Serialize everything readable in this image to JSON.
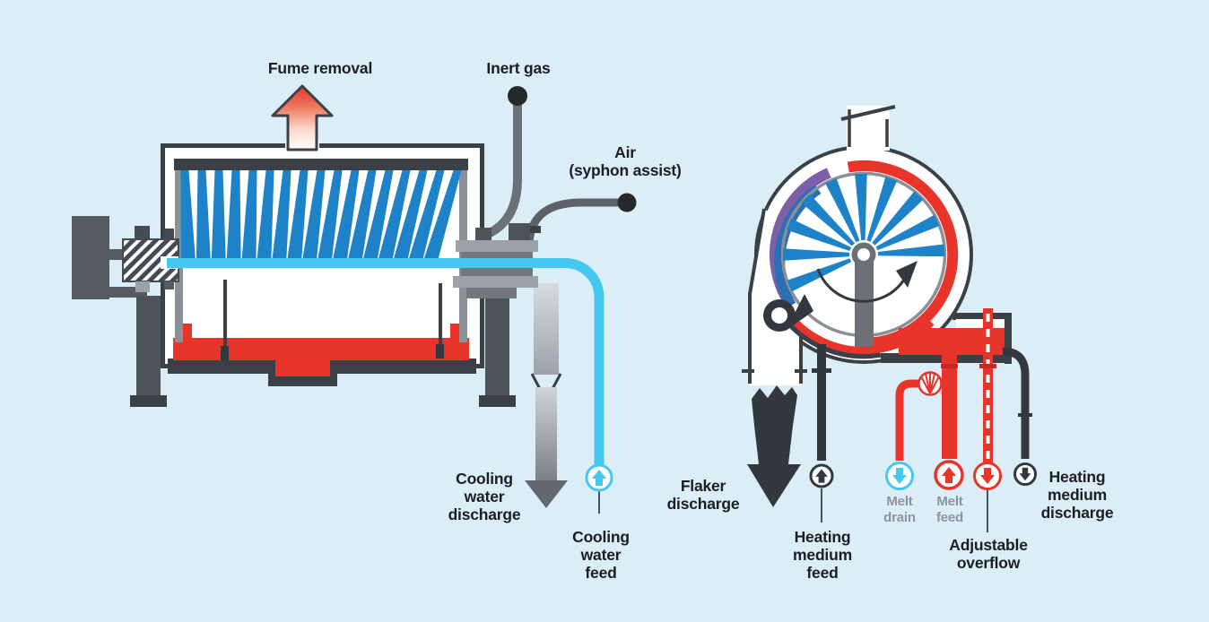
{
  "labels": {
    "fume_removal": "Fume removal",
    "inert_gas": "Inert gas",
    "air_syphon": "Air\n(syphon assist)",
    "cooling_water_discharge": "Cooling\nwater\ndischarge",
    "cooling_water_feed": "Cooling\nwater\nfeed",
    "flaker_discharge": "Flaker\ndischarge",
    "heating_medium_feed": "Heating\nmedium\nfeed",
    "melt_drain": "Melt\ndrain",
    "melt_feed": "Melt\nfeed",
    "adjustable_overflow": "Adjustable\noverflow",
    "heating_medium_discharge": "Heating\nmedium\ndischarge"
  },
  "flow_markers": [
    {
      "name": "cooling-water-feed-marker",
      "direction": "up",
      "color": "#45c8f0"
    },
    {
      "name": "cooling-water-discharge-marker",
      "direction": "down",
      "color": "#6b7076"
    },
    {
      "name": "flaker-discharge-marker",
      "direction": "down",
      "color": "#33383e"
    },
    {
      "name": "heating-medium-feed-marker",
      "direction": "up",
      "color": "#33383e"
    },
    {
      "name": "melt-drain-marker",
      "direction": "down",
      "color": "#45c8f0"
    },
    {
      "name": "melt-feed-marker",
      "direction": "up",
      "color": "#e8342b"
    },
    {
      "name": "adjustable-overflow-marker",
      "direction": "down",
      "color": "#e8342b"
    },
    {
      "name": "heating-medium-discharge-marker",
      "direction": "down",
      "color": "#33383e"
    },
    {
      "name": "fume-removal-marker",
      "direction": "up",
      "color": "#e8342b"
    }
  ],
  "drum_rotation": "counter-clockwise",
  "colors": {
    "background": "#dbedf7",
    "outline_dark": "#3a4046",
    "near_black": "#33383e",
    "steel_gray": "#565b61",
    "leg_gray": "#4d5358",
    "light_gray": "#9ba1a7",
    "panel_gray": "#73787e",
    "inner_wall_gray": "#8b9197",
    "blue": "#1e82c8",
    "cyan": "#45c8f0",
    "red": "#e8342b",
    "rim_gray": "#8a9096",
    "purple_blend": "#7d5fa8",
    "label_dark": "#1b1e23",
    "label_gray": "#8d939d"
  }
}
